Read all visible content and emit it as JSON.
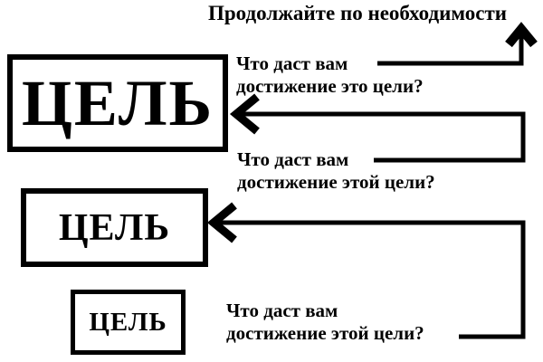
{
  "diagram": {
    "heading": "Продолжайте по необходимости",
    "boxes": [
      {
        "id": "goal-large",
        "label": "ЦЕЛЬ"
      },
      {
        "id": "goal-medium",
        "label": "ЦЕЛЬ"
      },
      {
        "id": "goal-small",
        "label": "ЦЕЛЬ"
      }
    ],
    "questions": [
      {
        "line1": "Что даст вам",
        "line2": "достижение это цели?"
      },
      {
        "line1": "Что даст вам",
        "line2": "достижение этой цели?"
      },
      {
        "line1": "Что даст вам",
        "line2": "достижение этой цели?"
      }
    ],
    "colors": {
      "ink": "#000000",
      "background": "#ffffff"
    }
  }
}
